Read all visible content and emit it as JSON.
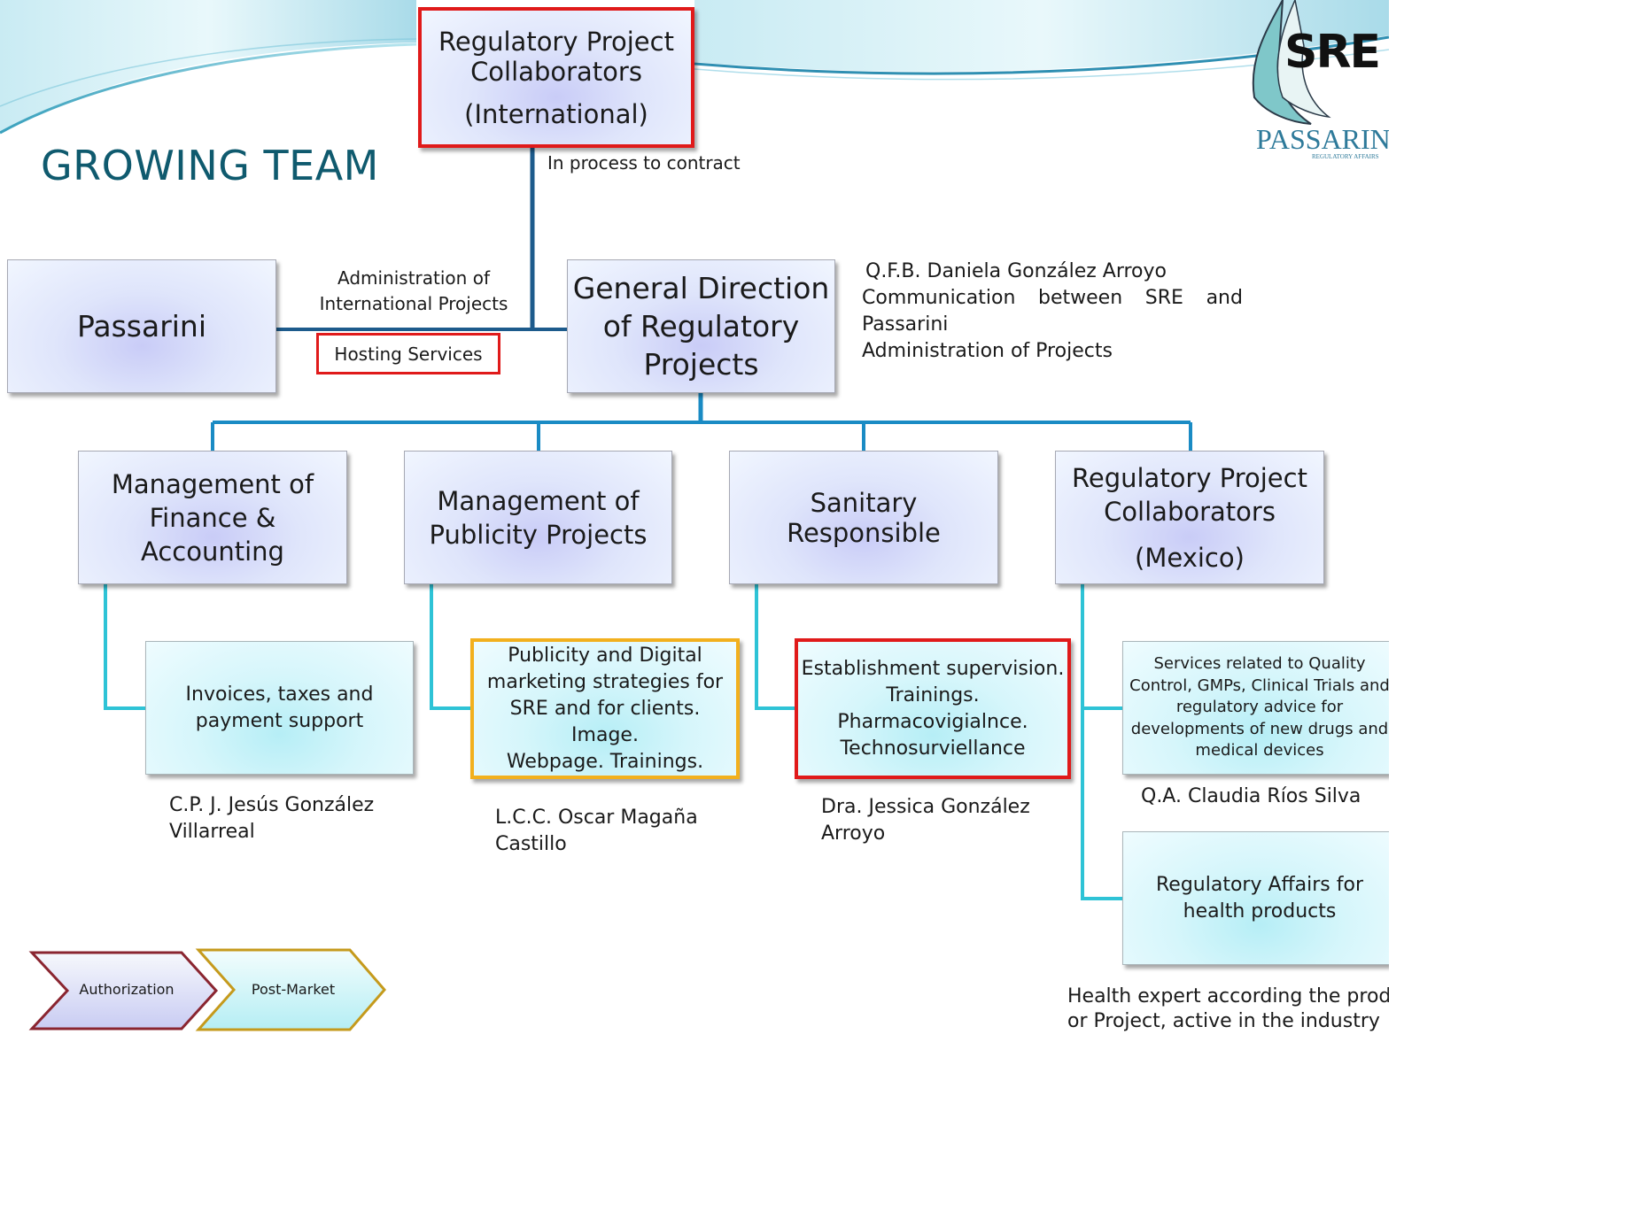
{
  "title": "GROWING TEAM",
  "top_box": {
    "line1": "Regulatory Project",
    "line2": "Collaborators",
    "line3": "(International)"
  },
  "top_connector_note": "In process to contract",
  "passarini_box": "Passarini",
  "admin_note": {
    "line1": "Administration of",
    "line2": "International Projects"
  },
  "hosting_services": "Hosting Services",
  "gd_box": {
    "line1": "General Direction",
    "line2": "of Regulatory",
    "line3": "Projects"
  },
  "gd_person": {
    "name": "Q.F.B. Daniela González Arroyo",
    "role1_words": [
      "Communication",
      "between",
      "SRE",
      "and"
    ],
    "role1_cont": "Passarini",
    "role2": "Administration of Projects"
  },
  "departments": [
    {
      "lines": [
        "Management of",
        "Finance &",
        "Accounting"
      ]
    },
    {
      "lines": [
        "Management of",
        "Publicity Projects"
      ]
    },
    {
      "lines": [
        "Sanitary Responsible"
      ]
    },
    {
      "lines": [
        "Regulatory Project",
        "Collaborators",
        "(Mexico)"
      ]
    }
  ],
  "tasks": [
    {
      "lines": [
        "Invoices, taxes and",
        "payment support"
      ]
    },
    {
      "lines": [
        "Publicity and Digital",
        "marketing strategies for",
        "SRE and for clients. Image.",
        "Webpage. Trainings."
      ]
    },
    {
      "lines": [
        "Establishment supervision.",
        "Trainings.",
        "Pharmacovigialnce.",
        "Technosurviellance"
      ]
    },
    {
      "lines": [
        "Services related to Quality",
        "Control, GMPs, Clinical Trials and",
        "regulatory advice for",
        "developments of new drugs and",
        "medical devices"
      ]
    },
    {
      "lines": [
        "Regulatory Affairs for",
        "health products"
      ]
    }
  ],
  "people": [
    {
      "line1": "C.P. J. Jesús González",
      "line2": "Villarreal"
    },
    {
      "line1": "L.C.C. Oscar Magaña",
      "line2": "Castillo"
    },
    {
      "line1": "Dra. Jessica González",
      "line2": "Arroyo"
    },
    {
      "line1": "Q.A. Claudia Ríos Silva"
    },
    {
      "line1": "Health expert according the produ",
      "line2": "or Project, active in the industry"
    }
  ],
  "legend": {
    "authorization": "Authorization",
    "post_market": "Post-Market"
  },
  "logo": {
    "mark": "SRE",
    "brand": "PASSARINI",
    "tagline": "REGULATORY AFFAIRS"
  },
  "colors": {
    "title": "#0f5a6e",
    "connector_dark": "#1d5b8c",
    "connector_mid": "#1a8bc4",
    "connector_light": "#2ec3d6",
    "red_border": "#e01a1a",
    "yellow_border": "#f2b01e"
  }
}
